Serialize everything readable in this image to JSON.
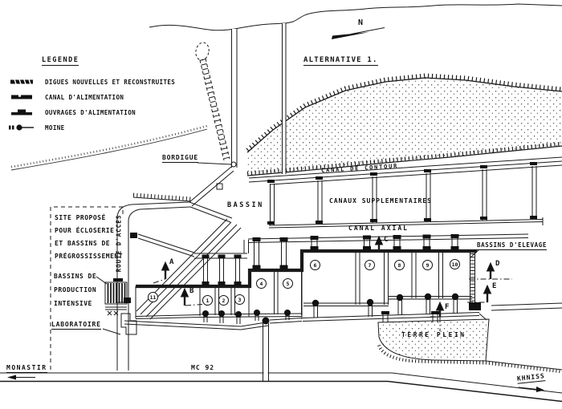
{
  "title": {
    "alternative": "ALTERNATIVE 1."
  },
  "compass": {
    "north": "N"
  },
  "legend": {
    "title": "LEGENDE",
    "items": [
      {
        "icon": "dike-symbol",
        "label": "DIGUES NOUVELLES ET RECONSTRUITES"
      },
      {
        "icon": "feed-canal-symbol",
        "label": "CANAL D'ALIMENTATION"
      },
      {
        "icon": "intake-works-symbol",
        "label": "OUVRAGES D'ALIMENTATION"
      },
      {
        "icon": "monk-outlet-symbol",
        "label": "MOINE"
      }
    ]
  },
  "map_labels": {
    "bordigue": "BORDIGUE",
    "bassin": "BASSIN",
    "canal_de_contour": "CANAL DE CONTOUR",
    "canaux_supplementaires": "CANAUX SUPPLEMENTAIRES",
    "canal_axial": "CANAL AXIAL",
    "bassins_delevage": "BASSINS D'ELEVAGE",
    "route_dacces": "ROUTE D'ACCES",
    "terre_plein": "TERRE PLEIN",
    "laboratoire": "LABORATOIRE",
    "monastir": "MONASTIR",
    "mc_92": "MC 92",
    "khniss": "KHNISS"
  },
  "site_note": {
    "lines": [
      "SITE PROPOSÉ",
      "POUR ÉCLOSERIE",
      "ET BASSINS DE",
      "PRÉGROSSISSEMENT"
    ]
  },
  "production_note": {
    "lines": [
      "BASSINS DE",
      "PRODUCTION",
      "INTENSIVE"
    ]
  },
  "basin_numbers": [
    "1",
    "2",
    "3",
    "4",
    "5",
    "6",
    "7",
    "8",
    "9",
    "10",
    "11"
  ],
  "section_markers": [
    "A",
    "B",
    "C",
    "D",
    "E",
    "F"
  ]
}
